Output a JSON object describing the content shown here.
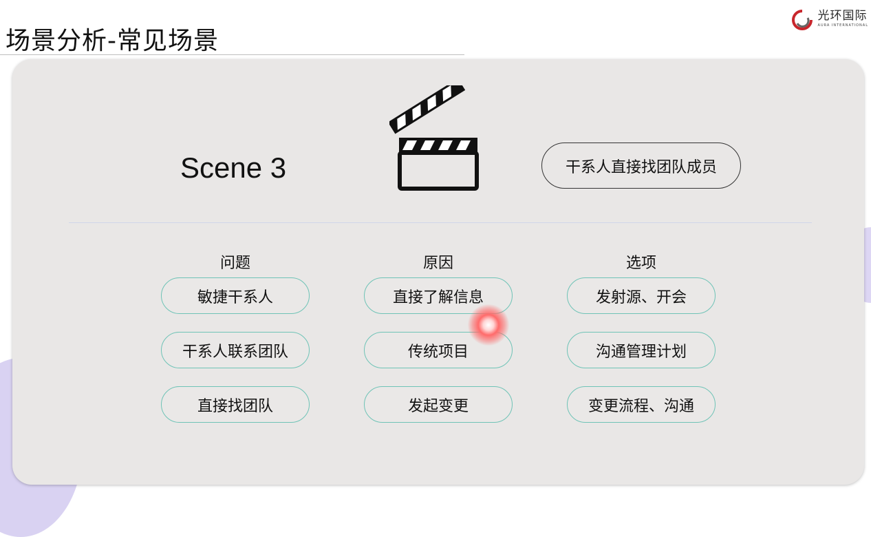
{
  "header": {
    "title": "场景分析-常见场景",
    "logo_cn": "光环国际",
    "logo_en": "AURA INTERNATIONAL"
  },
  "scene": {
    "label": "Scene 3",
    "description": "干系人直接找团队成员"
  },
  "columns": [
    {
      "heading": "问题",
      "items": [
        "敏捷干系人",
        "干系人联系团队",
        "直接找团队"
      ]
    },
    {
      "heading": "原因",
      "items": [
        "直接了解信息",
        "传统项目",
        "发起变更"
      ]
    },
    {
      "heading": "选项",
      "items": [
        "发射源、开会",
        "沟通管理计划",
        "变更流程、沟通"
      ]
    }
  ],
  "colors": {
    "pill_border": "#6ec3b6",
    "card_bg": "#e9e7e6",
    "accent_red": "#c8262c"
  }
}
